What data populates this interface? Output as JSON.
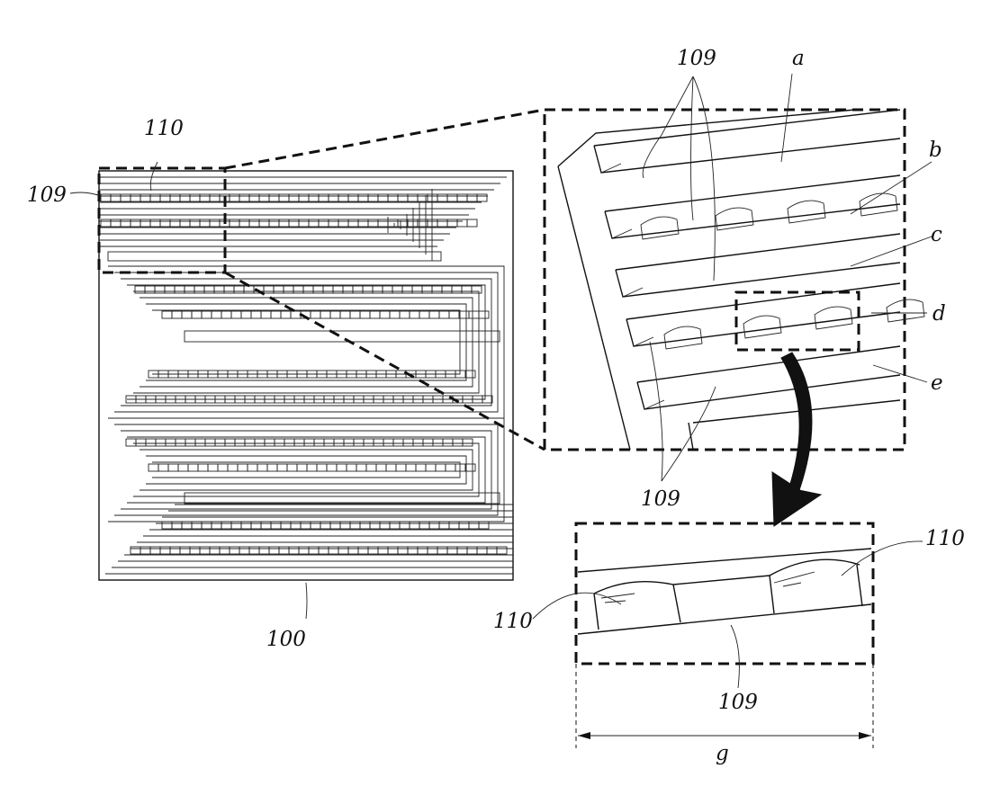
{
  "figure": {
    "labels": {
      "cell_overall": "100",
      "groove_top": "109",
      "groove_left": "109",
      "groove_bottom": "109",
      "groove_detail": "109",
      "bead_top": "110",
      "bead_detail_left": "110",
      "bead_detail_right": "110",
      "layer_a": "a",
      "layer_b": "b",
      "layer_c": "c",
      "layer_d": "d",
      "layer_e": "e",
      "width_g": "g"
    }
  }
}
